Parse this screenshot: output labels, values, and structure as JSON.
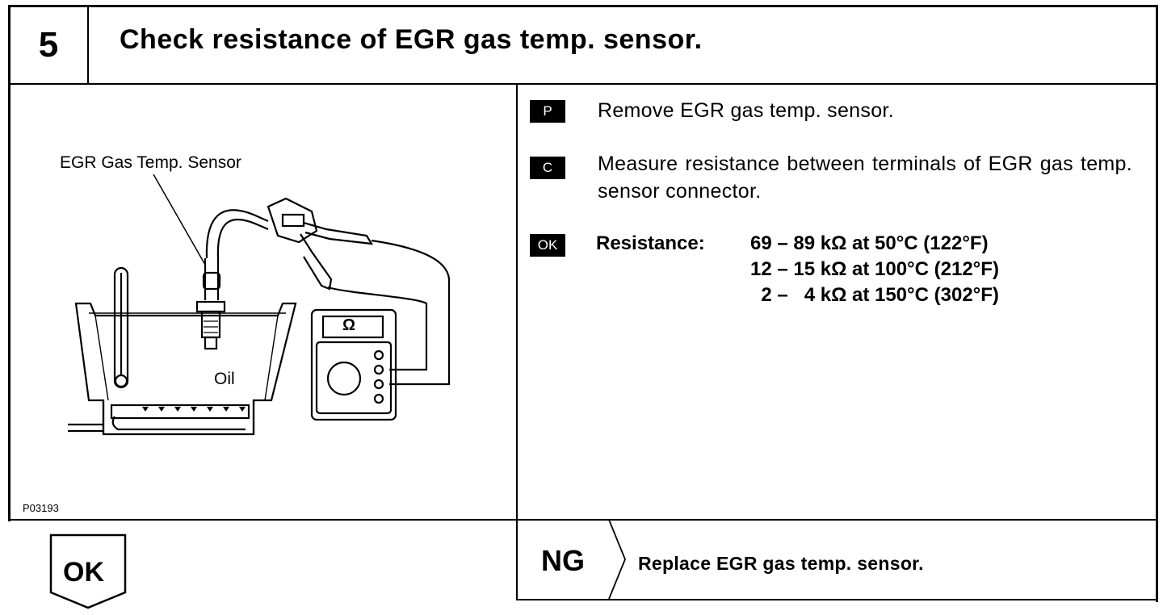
{
  "header": {
    "step_number": "5",
    "title": "Check resistance of EGR gas temp. sensor."
  },
  "figure": {
    "sensor_label": "EGR Gas Temp. Sensor",
    "oil_label": "Oil",
    "meter_symbol": "Ω",
    "figure_code": "P03193"
  },
  "instructions": [
    {
      "tag": "P",
      "text": "Remove EGR gas temp. sensor."
    },
    {
      "tag": "C",
      "text": "Measure resistance between terminals of EGR gas temp. sensor connector."
    }
  ],
  "spec": {
    "tag": "OK",
    "label": "Resistance:",
    "rows": [
      "69 – 89 kΩ at 50°C (122°F)",
      "12 – 15 kΩ at 100°C (212°F)",
      "  2 –   4 kΩ at 150°C (302°F)"
    ]
  },
  "ok_button": {
    "label": "OK"
  },
  "ng": {
    "label": "NG",
    "action": "Replace EGR gas temp. sensor."
  }
}
